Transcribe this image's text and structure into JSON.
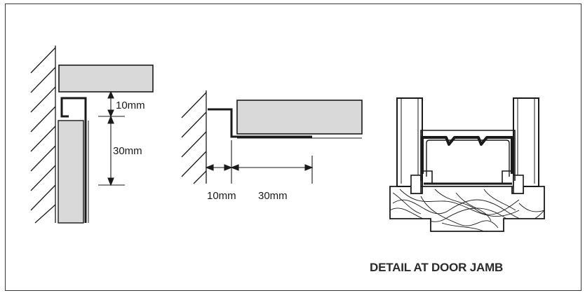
{
  "detail_left": {
    "gap_dimension": "10mm",
    "overlap_dimension": "30mm"
  },
  "detail_middle": {
    "gap_dimension": "10mm",
    "overlap_dimension": "30mm"
  },
  "detail_right": {
    "caption": "DETAIL AT DOOR JAMB"
  },
  "colors": {
    "line": "#1a1a1a",
    "panel_fill": "#d9d9d9",
    "border": "#3a3a3a"
  }
}
